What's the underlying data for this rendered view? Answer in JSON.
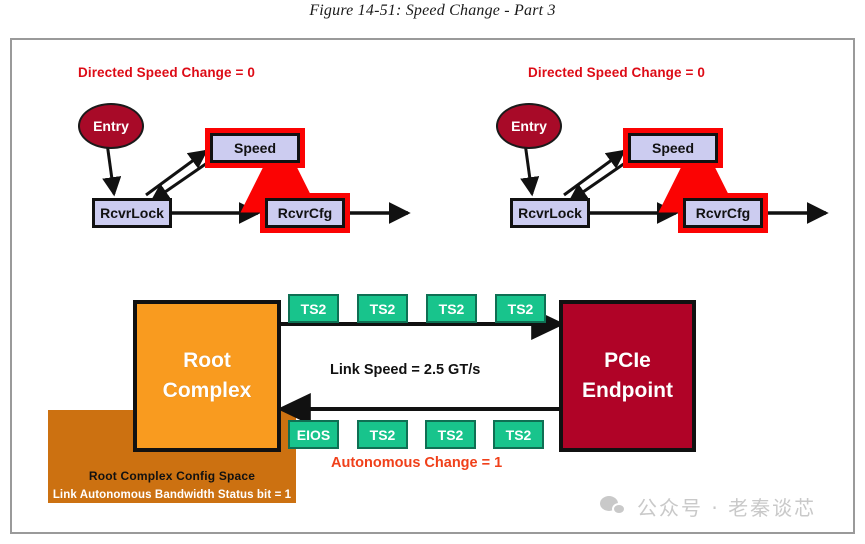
{
  "caption": "Figure 14-51: Speed Change - Part 3",
  "colors": {
    "caption_text": "#1a1a1a",
    "frame_border": "#9a9a9a",
    "directed_label": "#dd0b16",
    "entry_fill": "#a80a28",
    "state_fill": "#ccccf0",
    "highlight_red": "#fb0303",
    "root_complex_fill": "#f99b1f",
    "endpoint_fill": "#b00327",
    "config_space_fill": "#cc7111",
    "packet_fill": "#18c48c",
    "packet_border": "#0f6f53",
    "autonomous_label": "#f0401a",
    "watermark": "#c9c9c9"
  },
  "state_machines": [
    {
      "id": "left",
      "title": "Directed Speed Change = 0",
      "entry_label": "Entry",
      "states": [
        {
          "name": "speed",
          "label": "Speed",
          "highlighted": true
        },
        {
          "name": "rcvrlock",
          "label": "RcvrLock",
          "highlighted": false
        },
        {
          "name": "rcvrcfg",
          "label": "RcvrCfg",
          "highlighted": true
        }
      ]
    },
    {
      "id": "right",
      "title": "Directed Speed Change = 0",
      "entry_label": "Entry",
      "states": [
        {
          "name": "speed",
          "label": "Speed",
          "highlighted": true
        },
        {
          "name": "rcvrlock",
          "label": "RcvrLock",
          "highlighted": false
        },
        {
          "name": "rcvrcfg",
          "label": "RcvrCfg",
          "highlighted": true
        }
      ]
    }
  ],
  "main": {
    "root_complex": {
      "line1": "Root",
      "line2": "Complex"
    },
    "endpoint": {
      "line1": "PCIe",
      "line2": "Endpoint"
    },
    "config_space": {
      "line1": "Root Complex Config Space",
      "line2": "Link Autonomous Bandwidth Status bit = 1"
    },
    "downstream_packets": [
      "TS2",
      "TS2",
      "TS2",
      "TS2"
    ],
    "upstream_packets": [
      "EIOS",
      "TS2",
      "TS2",
      "TS2"
    ],
    "link_speed_label": "Link Speed = 2.5 GT/s",
    "autonomous_label": "Autonomous Change = 1"
  },
  "watermark": {
    "icon": "wechat-icon",
    "text": "公众号 · 老秦谈芯"
  }
}
